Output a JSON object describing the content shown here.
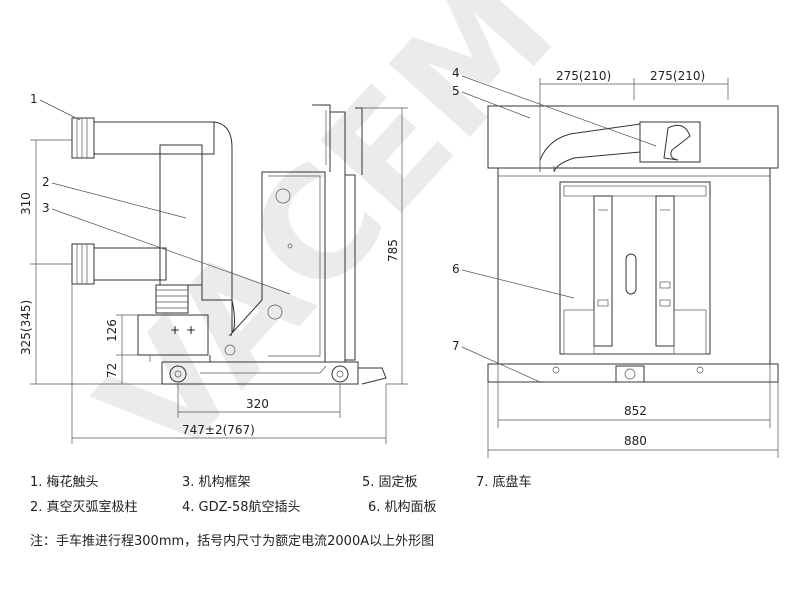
{
  "watermark": "VACEM",
  "callouts": [
    "1",
    "2",
    "3",
    "4",
    "5",
    "6",
    "7"
  ],
  "dimensions": {
    "side_310": "310",
    "side_785": "785",
    "side_325": "325(345)",
    "side_126": "126",
    "side_72": "72",
    "side_320": "320",
    "side_747": "747±2(767)",
    "front_275_left": "275(210)",
    "front_275_right": "275(210)",
    "front_852": "852",
    "front_880": "880"
  },
  "legend": [
    {
      "text": "1. 梅花触头"
    },
    {
      "text": "2. 真空灭弧室极柱"
    },
    {
      "text": "3. 机构框架"
    },
    {
      "text": "4. GDZ-58航空插头"
    },
    {
      "text": "5. 固定板"
    },
    {
      "text": "6. 机构面板"
    },
    {
      "text": "7. 底盘车"
    }
  ],
  "note": "注：手车推进行程300mm，括号内尺寸为额定电流2000A以上外形图"
}
